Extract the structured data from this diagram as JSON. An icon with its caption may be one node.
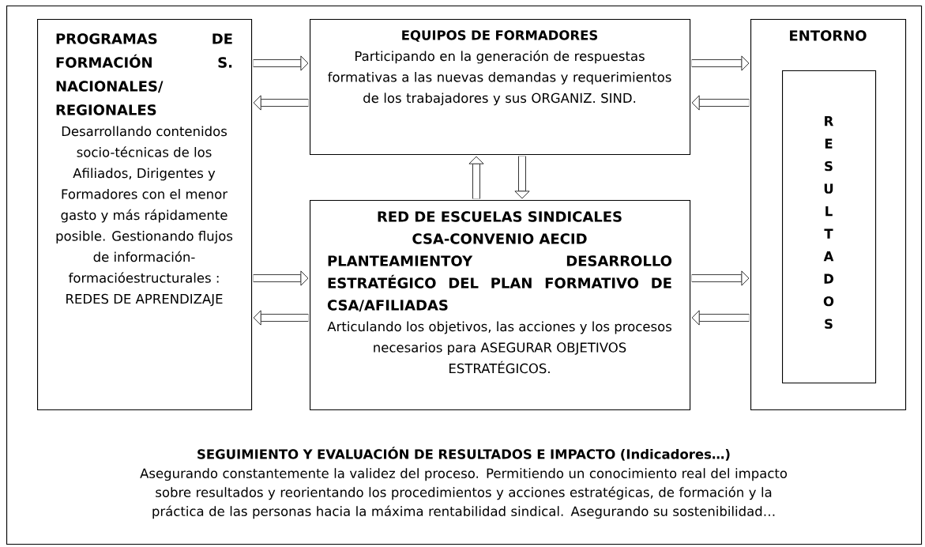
{
  "diagram": {
    "nodes": [
      {
        "text": [
          "SEGUIMIENTO Y EVALUACIÓN DE RESULTADOS E IMPACTO (Indicadores…)",
          "Asegurando constantemente la validez del proceso. Permitiendo un conocimiento real del impacto sobre resultados y reorientando los procedimientos y acciones estratégicas, de formación y la práctica de las personas hacia la máxima rentabilidad sindical. Asegurando su sostenibilidad…"
        ]
      },
      {
        "text": [
          "PROGRAMAS DE FORMACIÓN S. NACIONALES/ REGIONALES",
          "Desarrollando contenidos socio-técnicas de los Afiliados, Dirigentes y Formadores con el menor gasto y más rápidamente posible. Gestionando flujos de información-formacióestructurales : REDES DE APRENDIZAJE"
        ],
        "in": 0
      },
      {
        "text": [
          "EQUIPOS DE FORMADORES",
          "Participando en la generación de respuestas formativas a las nuevas demandas y requerimientos de los trabajadores y sus ORGANIZ. SIND."
        ],
        "in": 0
      },
      {
        "text": [
          "ENTORNO"
        ],
        "in": 0
      },
      {
        "text": [
          "R E S U L T A D O S"
        ],
        "in": 3
      },
      {
        "text": [
          "RED DE ESCUELAS SINDICALES CSA-CONVENIO AECID",
          "PLANTEAMIENTOY DESARROLLO ESTRATÉGICO DEL PLAN FORMATIVO DE CSA/AFILIADAS",
          "Articulando los objetivos, las acciones y los procesos necesarios para ASEGURAR OBJETIVOS ESTRATÉGICOS."
        ],
        "in": 0
      }
    ],
    "edges": [
      {
        "from": 1,
        "to": 2,
        "arrow": "to"
      },
      {
        "from": 2,
        "to": 1,
        "arrow": "to"
      },
      {
        "from": 2,
        "to": 3,
        "arrow": "to"
      },
      {
        "from": 3,
        "to": 2,
        "arrow": "to"
      },
      {
        "from": 5,
        "to": 2,
        "arrow": "to"
      },
      {
        "from": 2,
        "to": 5,
        "arrow": "to"
      },
      {
        "from": 1,
        "to": 5,
        "arrow": "to"
      },
      {
        "from": 5,
        "to": 1,
        "arrow": "to"
      },
      {
        "from": 5,
        "to": 3,
        "arrow": "to"
      },
      {
        "from": 3,
        "to": 5,
        "arrow": "to"
      }
    ]
  }
}
